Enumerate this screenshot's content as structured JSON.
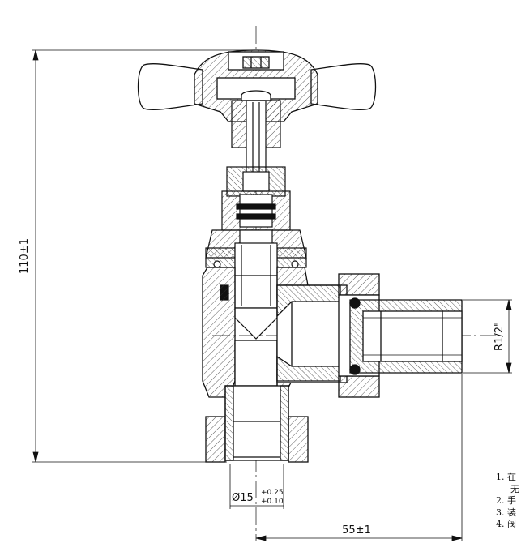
{
  "dimensions": {
    "height": "110±1",
    "thread": "R1/2\"",
    "bore_prefix": "Ø15",
    "tol_upper": "+0.25",
    "tol_lower": "+0.10",
    "width": "55±1"
  },
  "notes": [
    "1. 在",
    "无",
    "2. 手",
    "3. 装",
    "4. 阀"
  ],
  "colors": {
    "line": "#111111",
    "hatch": "#333333",
    "background": "#ffffff"
  }
}
